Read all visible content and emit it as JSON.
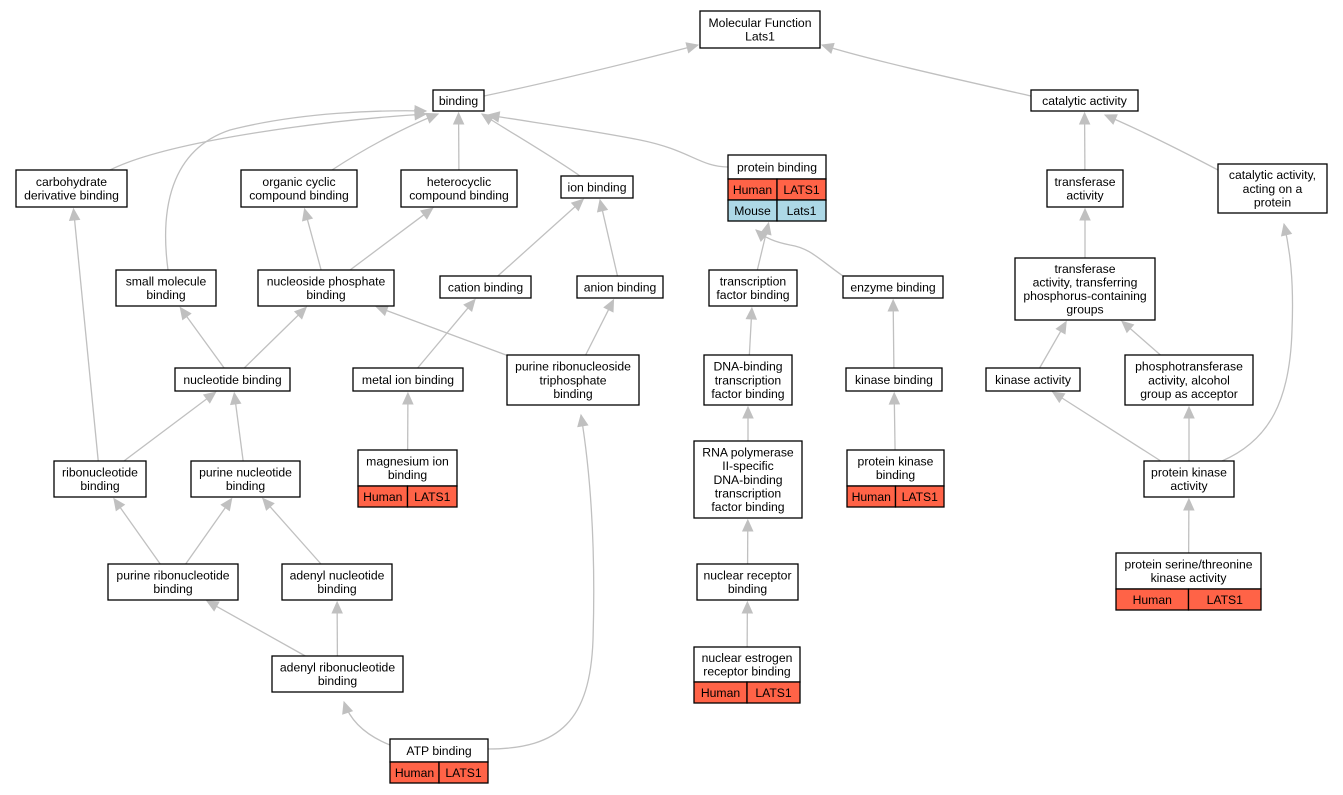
{
  "nodes": {
    "mf": {
      "lines": [
        "Molecular Function",
        "Lats1"
      ]
    },
    "binding": {
      "lines": [
        "binding"
      ]
    },
    "catalytic": {
      "lines": [
        "catalytic activity"
      ]
    },
    "carbo": {
      "lines": [
        "carbohydrate",
        "derivative binding"
      ]
    },
    "orgcyc": {
      "lines": [
        "organic cyclic",
        "compound binding"
      ]
    },
    "hetero": {
      "lines": [
        "heterocyclic",
        "compound binding"
      ]
    },
    "ion": {
      "lines": [
        "ion binding"
      ]
    },
    "protein": {
      "lines": [
        "protein binding"
      ],
      "annotations": [
        [
          "Human",
          "LATS1"
        ],
        [
          "Mouse",
          "Lats1"
        ]
      ]
    },
    "transferase": {
      "lines": [
        "transferase",
        "activity"
      ]
    },
    "catprot": {
      "lines": [
        "catalytic activity,",
        "acting on a",
        "protein"
      ]
    },
    "smallmol": {
      "lines": [
        "small molecule",
        "binding"
      ]
    },
    "nucphos": {
      "lines": [
        "nucleoside phosphate",
        "binding"
      ]
    },
    "cation": {
      "lines": [
        "cation binding"
      ]
    },
    "anion": {
      "lines": [
        "anion binding"
      ]
    },
    "tfbind": {
      "lines": [
        "transcription",
        "factor binding"
      ]
    },
    "enzyme": {
      "lines": [
        "enzyme binding"
      ]
    },
    "transphos": {
      "lines": [
        "transferase",
        "activity, transferring",
        "phosphorus-containing",
        "groups"
      ]
    },
    "nucleotide": {
      "lines": [
        "nucleotide binding"
      ]
    },
    "metal": {
      "lines": [
        "metal ion binding"
      ]
    },
    "prnts": {
      "lines": [
        "purine ribonucleoside",
        "triphosphate",
        "binding"
      ]
    },
    "dnatf": {
      "lines": [
        "DNA-binding",
        "transcription",
        "factor binding"
      ]
    },
    "kinbind": {
      "lines": [
        "kinase binding"
      ]
    },
    "kinact": {
      "lines": [
        "kinase activity"
      ]
    },
    "phosalc": {
      "lines": [
        "phosphotransferase",
        "activity, alcohol",
        "group as acceptor"
      ]
    },
    "ribonuc": {
      "lines": [
        "ribonucleotide",
        "binding"
      ]
    },
    "purnuc": {
      "lines": [
        "purine nucleotide",
        "binding"
      ]
    },
    "magnesium": {
      "lines": [
        "magnesium ion",
        "binding"
      ],
      "annotations": [
        [
          "Human",
          "LATS1"
        ]
      ]
    },
    "rnapol": {
      "lines": [
        "RNA polymerase",
        "II-specific",
        "DNA-binding",
        "transcription",
        "factor binding"
      ]
    },
    "pkbind": {
      "lines": [
        "protein kinase",
        "binding"
      ],
      "annotations": [
        [
          "Human",
          "LATS1"
        ]
      ]
    },
    "pkact": {
      "lines": [
        "protein kinase",
        "activity"
      ]
    },
    "purribo": {
      "lines": [
        "purine ribonucleotide",
        "binding"
      ]
    },
    "adenyl": {
      "lines": [
        "adenyl nucleotide",
        "binding"
      ]
    },
    "nucrec": {
      "lines": [
        "nuclear receptor",
        "binding"
      ]
    },
    "serthr": {
      "lines": [
        "protein serine/threonine",
        "kinase activity"
      ],
      "annotations": [
        [
          "Human",
          "LATS1"
        ]
      ]
    },
    "adenylribo": {
      "lines": [
        "adenyl ribonucleotide",
        "binding"
      ]
    },
    "estrogen": {
      "lines": [
        "nuclear estrogen",
        "receptor binding"
      ],
      "annotations": [
        [
          "Human",
          "LATS1"
        ]
      ]
    },
    "atp": {
      "lines": [
        "ATP binding"
      ],
      "annotations": [
        [
          "Human",
          "LATS1"
        ]
      ]
    }
  },
  "edges": [
    [
      "binding",
      "mf"
    ],
    [
      "catalytic",
      "mf"
    ],
    [
      "carbo",
      "binding"
    ],
    [
      "smallmol",
      "binding"
    ],
    [
      "orgcyc",
      "binding"
    ],
    [
      "hetero",
      "binding"
    ],
    [
      "ion",
      "binding"
    ],
    [
      "protein",
      "binding"
    ],
    [
      "transferase",
      "catalytic"
    ],
    [
      "catprot",
      "catalytic"
    ],
    [
      "nucphos",
      "orgcyc"
    ],
    [
      "nucphos",
      "hetero"
    ],
    [
      "cation",
      "ion"
    ],
    [
      "anion",
      "ion"
    ],
    [
      "tfbind",
      "protein"
    ],
    [
      "enzyme",
      "protein"
    ],
    [
      "transphos",
      "transferase"
    ],
    [
      "nucleotide",
      "smallmol"
    ],
    [
      "nucleotide",
      "nucphos"
    ],
    [
      "prnts",
      "nucphos"
    ],
    [
      "prnts",
      "anion"
    ],
    [
      "metal",
      "cation"
    ],
    [
      "dnatf",
      "tfbind"
    ],
    [
      "kinbind",
      "enzyme"
    ],
    [
      "kinact",
      "transphos"
    ],
    [
      "phosalc",
      "transphos"
    ],
    [
      "ribonuc",
      "carbo"
    ],
    [
      "ribonuc",
      "nucleotide"
    ],
    [
      "purnuc",
      "nucleotide"
    ],
    [
      "magnesium",
      "metal"
    ],
    [
      "rnapol",
      "dnatf"
    ],
    [
      "pkbind",
      "kinbind"
    ],
    [
      "pkact",
      "kinact"
    ],
    [
      "pkact",
      "phosalc"
    ],
    [
      "pkact",
      "catprot"
    ],
    [
      "purribo",
      "ribonuc"
    ],
    [
      "purribo",
      "purnuc"
    ],
    [
      "adenyl",
      "purnuc"
    ],
    [
      "nucrec",
      "rnapol"
    ],
    [
      "serthr",
      "pkact"
    ],
    [
      "adenylribo",
      "purribo"
    ],
    [
      "adenylribo",
      "adenyl"
    ],
    [
      "estrogen",
      "nucrec"
    ],
    [
      "atp",
      "adenylribo"
    ],
    [
      "atp",
      "prnts"
    ]
  ],
  "colors": {
    "human": "#ff6347",
    "mouse": "#add8e6",
    "edge": "#c0c0c0",
    "border": "#000000"
  }
}
